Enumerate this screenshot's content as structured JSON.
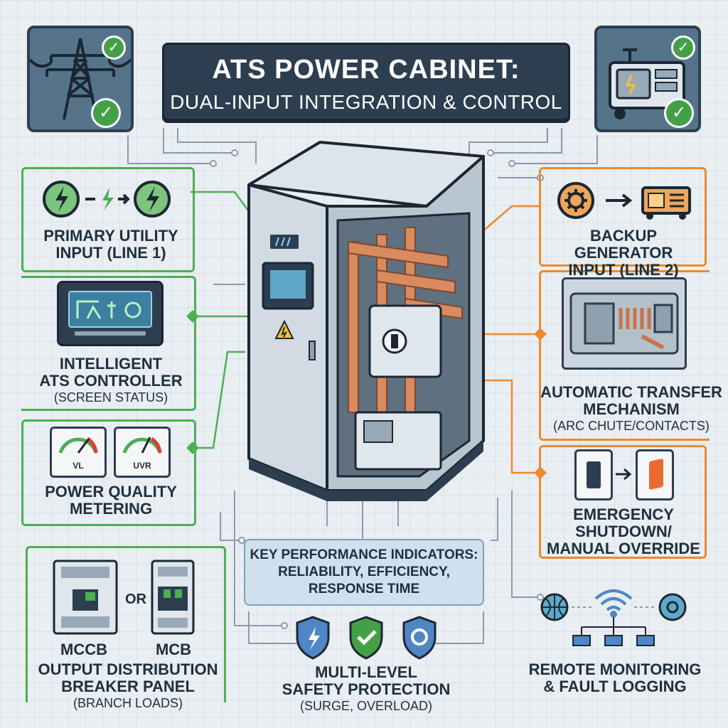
{
  "title": {
    "main": "ATS POWER CABINET:",
    "sub": "DUAL-INPUT INTEGRATION & CONTROL"
  },
  "left": {
    "primary": {
      "line1": "PRIMARY UTILITY",
      "line2": "INPUT (LINE 1)"
    },
    "controller": {
      "line1": "INTELLIGENT",
      "line2": "ATS CONTROLLER",
      "line3": "(SCREEN STATUS)"
    },
    "metering": {
      "line1": "POWER QUALITY",
      "line2": "METERING",
      "gauge1": "VL",
      "gauge2": "UVR"
    }
  },
  "right": {
    "backup": {
      "line1": "BACKUP GENERATOR",
      "line2": "INPUT (LINE 2)"
    },
    "transfer": {
      "line1": "AUTOMATIC TRANSFER",
      "line2": "MECHANISM",
      "line3": "(ARC CHUTE/CONTACTS)"
    },
    "emergency": {
      "line1": "EMERGENCY",
      "line2": "SHUTDOWN/",
      "line3": "MANUAL OVERRIDE"
    }
  },
  "bottom": {
    "breaker": {
      "mccb": "MCCB",
      "or": "OR",
      "mcb": "MCB",
      "line1": "OUTPUT DISTRIBUTION",
      "line2": "BREAKER PANEL",
      "line3": "(BRANCH LOADS)"
    },
    "kpi": {
      "line1": "KEY PERFORMANCE INDICATORS:",
      "line2": "RELIABILITY, EFFICIENCY,",
      "line3": "RESPONSE TIME"
    },
    "safety": {
      "line1": "MULTI-LEVEL",
      "line2": "SAFETY PROTECTION",
      "line3": "(SURGE, OVERLOAD)"
    },
    "remote": {
      "line1": "REMOTE MONITORING",
      "line2": "& FAULT LOGGING"
    }
  },
  "colors": {
    "green": "#4caf50",
    "orange": "#ec8a2e",
    "navy": "#2c3e50",
    "copper": "#d98a5e",
    "background": "#e9eef2"
  },
  "icons": [
    "transmission-tower-icon",
    "generator-icon",
    "lightning-icon",
    "gear-icon",
    "wifi-icon",
    "globe-icon",
    "shield-icon",
    "warning-icon"
  ]
}
